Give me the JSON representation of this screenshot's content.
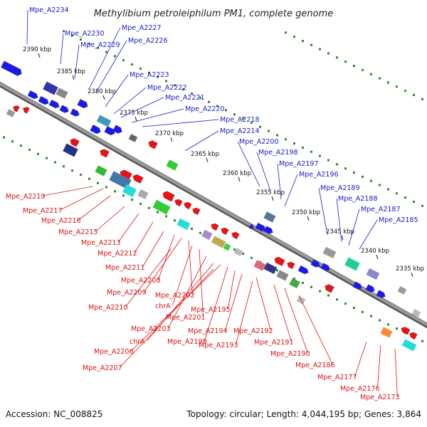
{
  "title": "Methylibium petroleiphilum PM1, complete genome",
  "footer": {
    "accession": "Accession: NC_008825",
    "summary": "Topology: circular; Length: 4,044,195 bp; Genes: 3,864"
  },
  "colors": {
    "forward_label": "#1a1acc",
    "reverse_label": "#dd1111",
    "forward_gene": "#1a1aee",
    "reverse_gene": "#ee1111",
    "backbone": "#888888",
    "dots": "#2a8a2a"
  },
  "ticks": [
    "2390 kbp",
    "2385 kbp",
    "2380 kbp",
    "2375 kbp",
    "2370 kbp",
    "2365 kbp",
    "2360 kbp",
    "2355 kbp",
    "2350 kbp",
    "2345 kbp",
    "2340 kbp",
    "2335 kbp"
  ],
  "forward_labels": [
    "Mpe_A2234",
    "Mpe_A2230",
    "Mpe_A2227",
    "Mpe_A2229",
    "Mpe_A2226",
    "Mpe_A2223",
    "Mpe_A2222",
    "Mpe_A2221",
    "Mpe_A2220",
    "Mpe_A2218",
    "Mpe_A2214",
    "Mpe_A2200",
    "Mpe_A2198",
    "Mpe_A2197",
    "Mpe_A2196",
    "Mpe_A2189",
    "Mpe_A2188",
    "Mpe_A2187",
    "Mpe_A2185"
  ],
  "reverse_labels": [
    "Mpe_A2219",
    "Mpe_A2217",
    "Mpe_A2216",
    "Mpe_A2215",
    "Mpe_A2213",
    "Mpe_A2212",
    "Mpe_A2211",
    "Mpe_A2208",
    "Mpe_A2209",
    "Mpe_A2202",
    "Mpe_A2210",
    "chrA",
    "Mpe_A2201",
    "Mpe_A2195",
    "Mpe_A2203",
    "Mpe_A2194",
    "Mpe_A2192",
    "chrA",
    "Mpe_A2199",
    "Mpe_A2193",
    "Mpe_A2191",
    "Mpe_A2206",
    "Mpe_A2190",
    "Mpe_A2207",
    "Mpe_A2186",
    "Mpe_A2177",
    "Mpe_A2176",
    "Mpe_A2173"
  ]
}
